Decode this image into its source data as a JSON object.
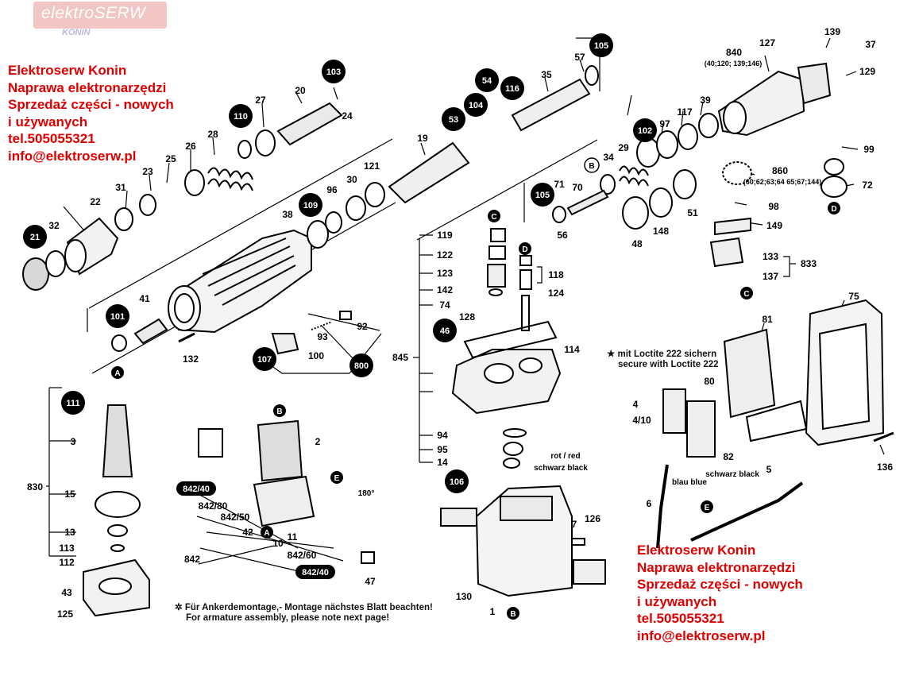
{
  "watermark": {
    "brand": "elektroSERW",
    "city": "KONIN"
  },
  "promo_top": {
    "line1": "Elektroserw Konin",
    "line2": "Naprawa elektronarzędzi",
    "line3": "Sprzedaż części - nowych",
    "line4": "i używanych",
    "phone": "tel.505055321",
    "email": "info@elektroserw.pl"
  },
  "promo_bottom": {
    "line1": "Elektroserw Konin",
    "line2": "Naprawa elektronarzędzi",
    "line3": "Sprzedaż części - nowych",
    "line4": "i używanych",
    "phone": "tel.505055321",
    "email": "info@elektroserw.pl"
  },
  "notes": {
    "loctite_de": "★ mit Loctite 222 sichern",
    "loctite_en": "secure with Loctite 222",
    "armature_de": "✲ Für Ankerdemontage,- Montage nächstes Blatt beachten!",
    "armature_en": "For armature assembly, please note next page!"
  },
  "circled_refs": [
    "21",
    "101",
    "107",
    "103",
    "110",
    "109",
    "53",
    "54",
    "104",
    "116",
    "105",
    "105",
    "102",
    "46",
    "106",
    "111",
    "800",
    "842/40",
    "842/40"
  ],
  "letter_refs": [
    "A",
    "A",
    "B",
    "B",
    "B",
    "C",
    "C",
    "D",
    "D",
    "E",
    "E"
  ],
  "part_labels": [
    "20",
    "22",
    "23",
    "24",
    "25",
    "26",
    "27",
    "28",
    "31",
    "32",
    "19",
    "30",
    "35",
    "37",
    "38",
    "39",
    "41",
    "121",
    "96",
    "57",
    "34",
    "70",
    "71",
    "29",
    "97",
    "117",
    "840",
    "127",
    "139",
    "129",
    "99",
    "72",
    "860",
    "98",
    "149",
    "133",
    "833",
    "137",
    "56",
    "48",
    "148",
    "51",
    "119",
    "122",
    "123",
    "142",
    "74",
    "128",
    "114",
    "845",
    "118",
    "124",
    "94",
    "95",
    "14",
    "1",
    "130",
    "7",
    "126",
    "75",
    "81",
    "80",
    "82",
    "4",
    "4/10",
    "6",
    "5",
    "136",
    "3",
    "15",
    "13",
    "113",
    "112",
    "43",
    "125",
    "830",
    "2",
    "842/80",
    "842/50",
    "842",
    "42",
    "10",
    "11",
    "842/60",
    "47",
    "132",
    "92",
    "93",
    "100",
    "rot / red",
    "schwarz black",
    "blau blue",
    "schwarz black",
    "180°",
    "(40;120; 139;146)",
    "(60;62;63;64 65;67;144)"
  ]
}
